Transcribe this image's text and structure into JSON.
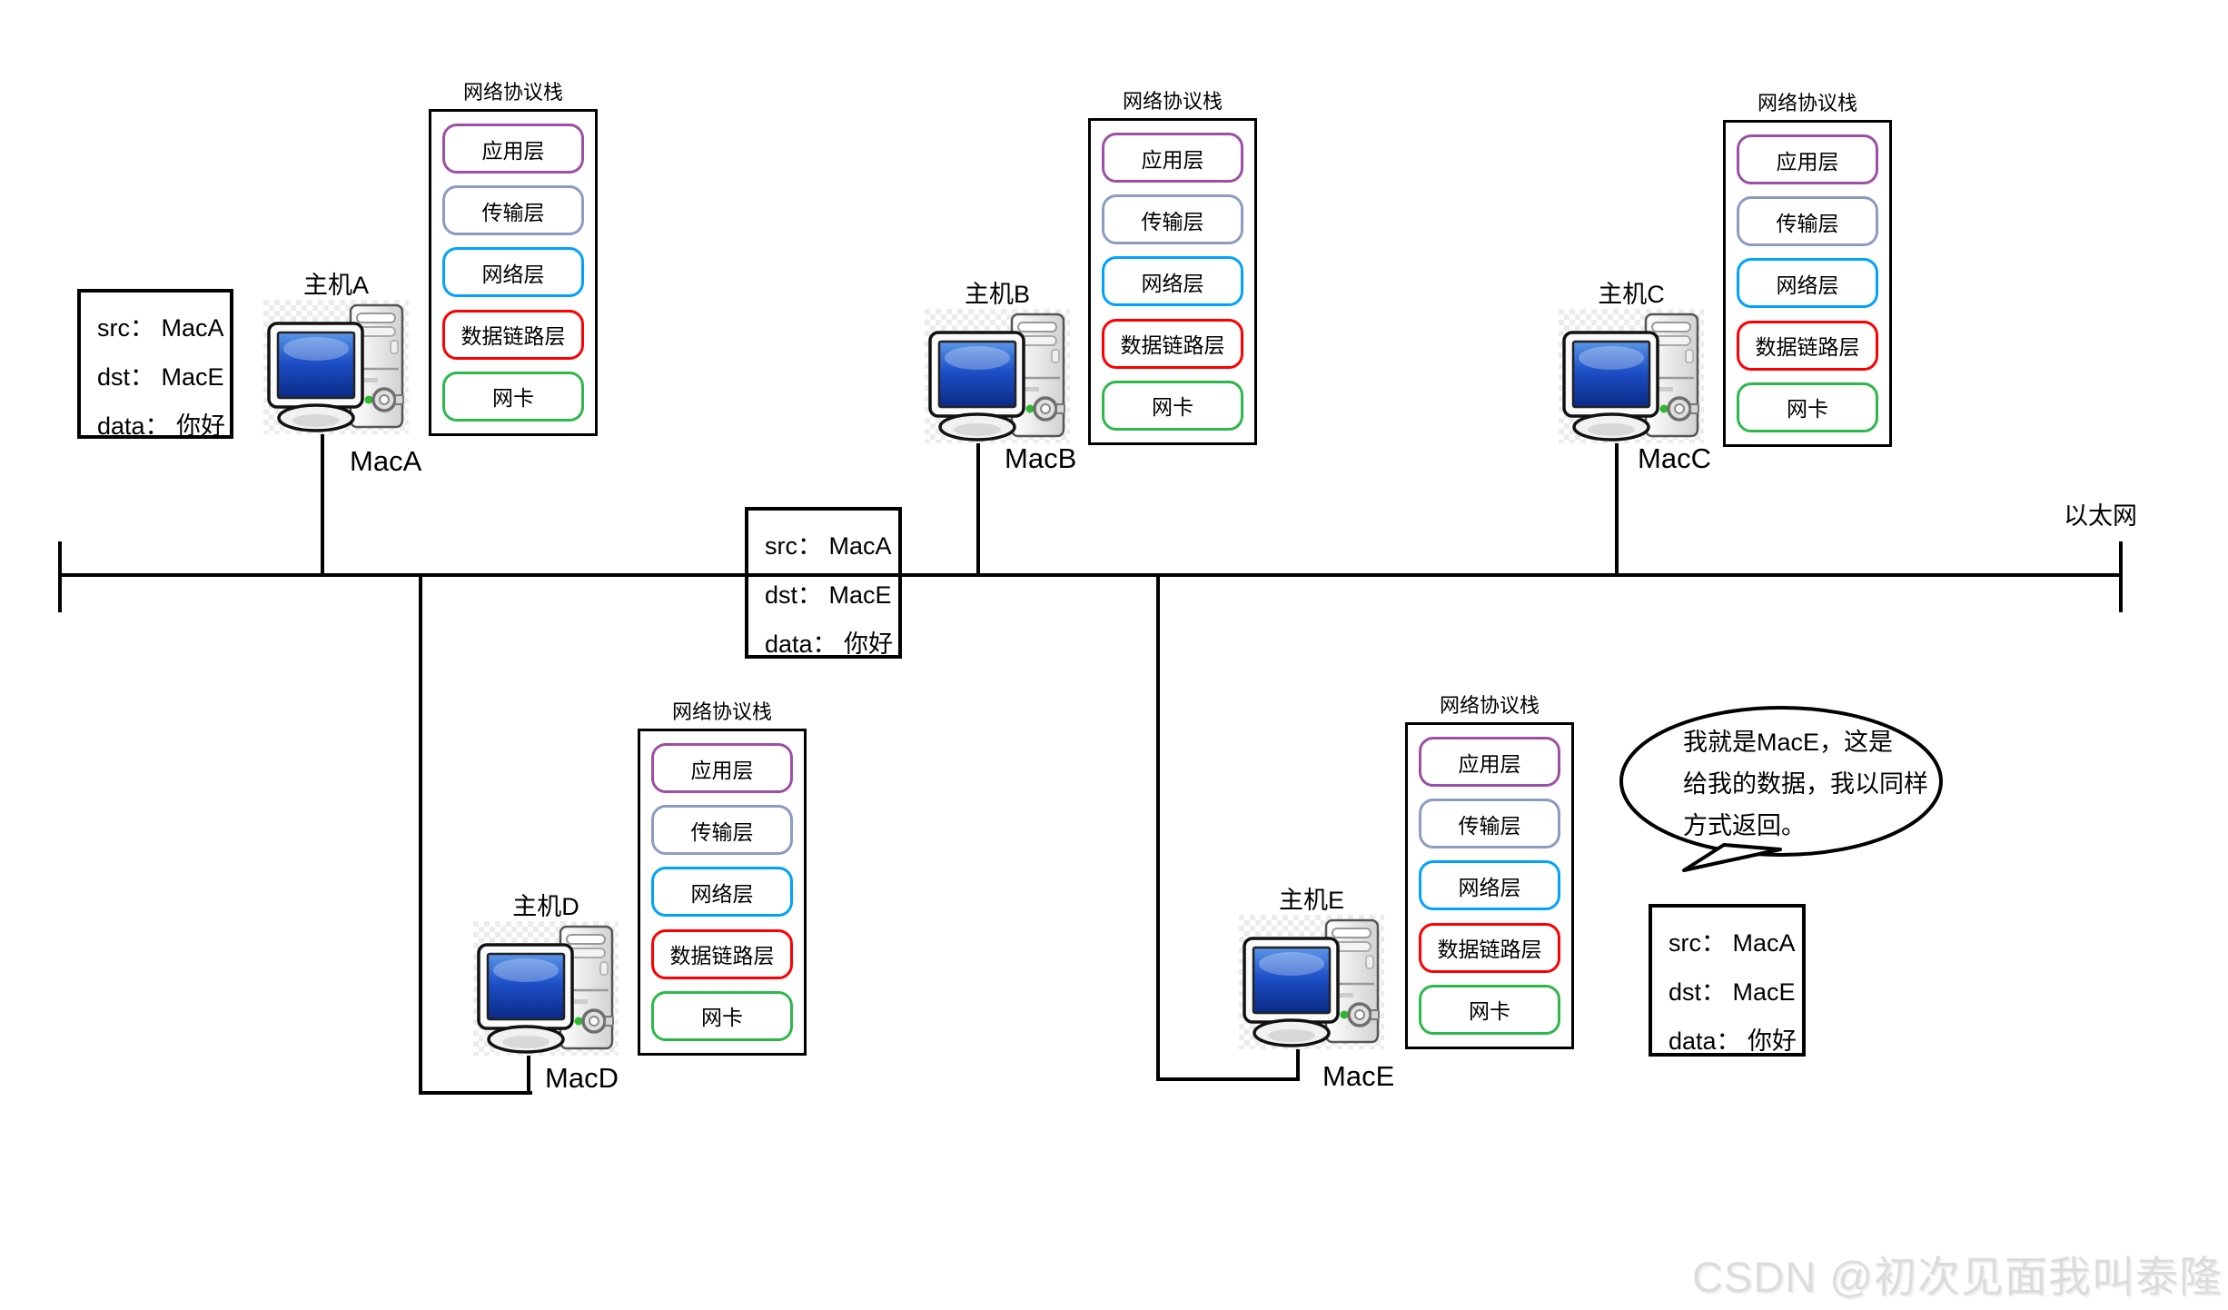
{
  "ethernet": {
    "label": "以太网"
  },
  "watermark": "CSDN @初次见面我叫泰隆",
  "protocol_stack": {
    "title": "网络协议栈",
    "layers": [
      {
        "name": "application-layer",
        "label": "应用层",
        "border_color": "#9e4fa5"
      },
      {
        "name": "transport-layer",
        "label": "传输层",
        "border_color": "#8b9cc3"
      },
      {
        "name": "network-layer",
        "label": "网络层",
        "border_color": "#00a2ff"
      },
      {
        "name": "datalink-layer",
        "label": "数据链路层",
        "border_color": "#ff0000"
      },
      {
        "name": "nic",
        "label": "网卡",
        "border_color": "#2db84b"
      }
    ]
  },
  "hosts": [
    {
      "name": "主机A",
      "mac": "MacA"
    },
    {
      "name": "主机B",
      "mac": "MacB"
    },
    {
      "name": "主机C",
      "mac": "MacC"
    },
    {
      "name": "主机D",
      "mac": "MacD"
    },
    {
      "name": "主机E",
      "mac": "MacE"
    }
  ],
  "frames": [
    {
      "lines": [
        "src： MacA",
        "dst： MacE",
        "data： 你好"
      ]
    },
    {
      "lines": [
        "src： MacA",
        "dst： MacE",
        "data： 你好"
      ]
    },
    {
      "lines": [
        "src： MacA",
        "dst： MacE",
        "data： 你好"
      ]
    }
  ],
  "speech_bubble": {
    "lines": [
      "我就是MacE，这是",
      "给我的数据，我以同样",
      "方式返回。"
    ]
  }
}
